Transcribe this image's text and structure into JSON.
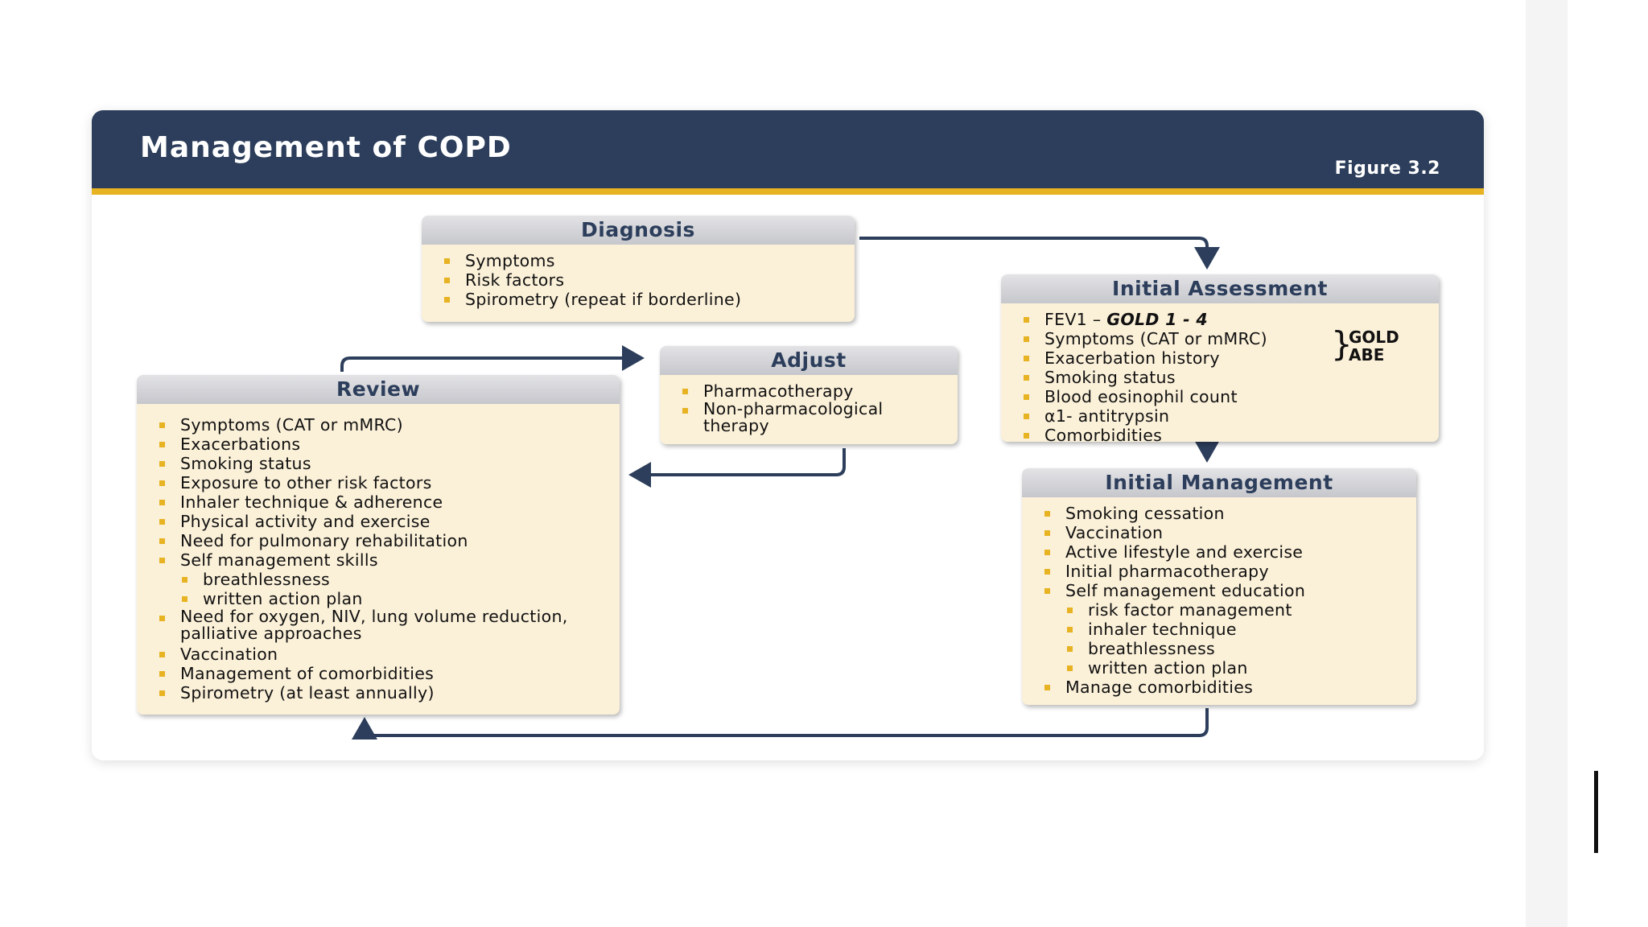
{
  "figure": {
    "title": "Management of COPD",
    "label": "Figure 3.2"
  },
  "diagnosis": {
    "heading": "Diagnosis",
    "items": [
      "Symptoms",
      "Risk factors",
      "Spirometry (repeat if borderline)"
    ]
  },
  "initial_assessment": {
    "heading": "Initial Assessment",
    "fev1_prefix": "FEV1 – ",
    "fev1_gold": "GOLD 1 - 4",
    "items": [
      "Symptoms (CAT or mMRC)",
      "Exacerbation history",
      "Smoking status",
      "Blood eosinophil count",
      "α1- antitrypsin",
      "Comorbidities"
    ],
    "gold_line1": "GOLD",
    "gold_line2": "ABE"
  },
  "adjust": {
    "heading": "Adjust",
    "items": [
      "Pharmacotherapy",
      "Non-pharmacological therapy"
    ]
  },
  "review": {
    "heading": "Review",
    "items": [
      "Symptoms (CAT or mMRC)",
      "Exacerbations",
      "Smoking status",
      "Exposure to other risk factors",
      "Inhaler technique & adherence",
      "Physical activity and exercise",
      "Need for pulmonary rehabilitation",
      "Self management skills",
      "breathlessness",
      "written action plan",
      "Need for oxygen, NIV, lung volume reduction, palliative approaches",
      "Vaccination",
      "Management of comorbidities",
      "Spirometry (at least annually)"
    ]
  },
  "initial_management": {
    "heading": "Initial Management",
    "items": [
      "Smoking cessation",
      "Vaccination",
      "Active lifestyle and exercise",
      "Initial pharmacotherapy",
      "Self management education",
      "risk factor management",
      "inhaler technique",
      "breathlessness",
      "written action plan",
      "Manage comorbidities"
    ]
  },
  "colors": {
    "header": "#2c3e5b",
    "accent": "#e7b322",
    "box_fill": "#fbf0d8",
    "box_head": "#c6c7cc",
    "arrow": "#2c3e5b"
  }
}
